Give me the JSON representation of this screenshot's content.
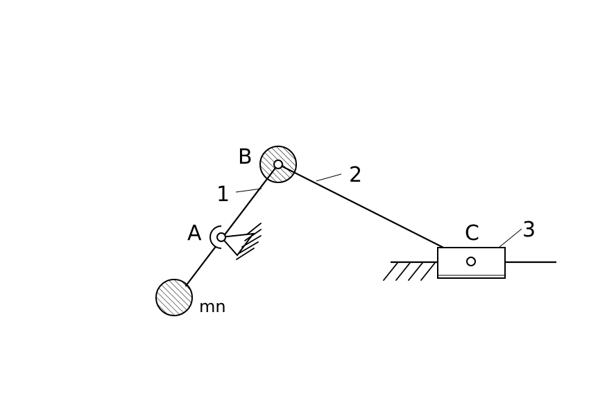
{
  "labels": {
    "point_a": "A",
    "point_b": "B",
    "point_c": "C",
    "link_1": "1",
    "link_2": "2",
    "link_3": "3",
    "mass": "mn"
  },
  "colors": {
    "ink": "#000000",
    "background": "#ffffff"
  }
}
